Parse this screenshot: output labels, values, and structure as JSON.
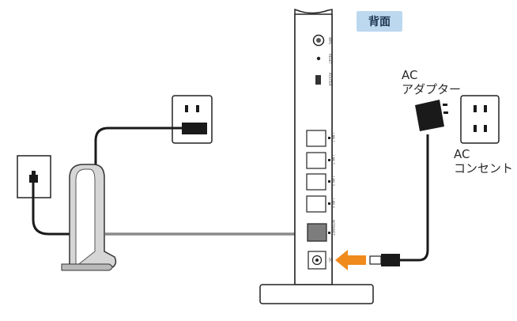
{
  "labels": {
    "back_side": "背面",
    "ac_adapter": [
      "AC",
      "アダプター"
    ],
    "ac_outlet": [
      "AC",
      "コンセント"
    ]
  },
  "ports": {
    "top": [
      "WPS",
      "RESET",
      "ROUTER"
    ],
    "lan": [
      "LAN 1",
      "LAN 2",
      "LAN 3",
      "LAN 4"
    ],
    "wan": "INTERNET",
    "power": "DC"
  },
  "colors": {
    "arrow": "#f08a1c",
    "label_background": "#bcd8ef",
    "lan_cable": "#8a8a8a",
    "cable": "#1a1a1a",
    "device_body": "#cccccc"
  },
  "icons": {
    "wall_jack": "modular-phone-jack",
    "outlet": "two-slot-ac-outlet",
    "arrow": "connect-arrow"
  }
}
